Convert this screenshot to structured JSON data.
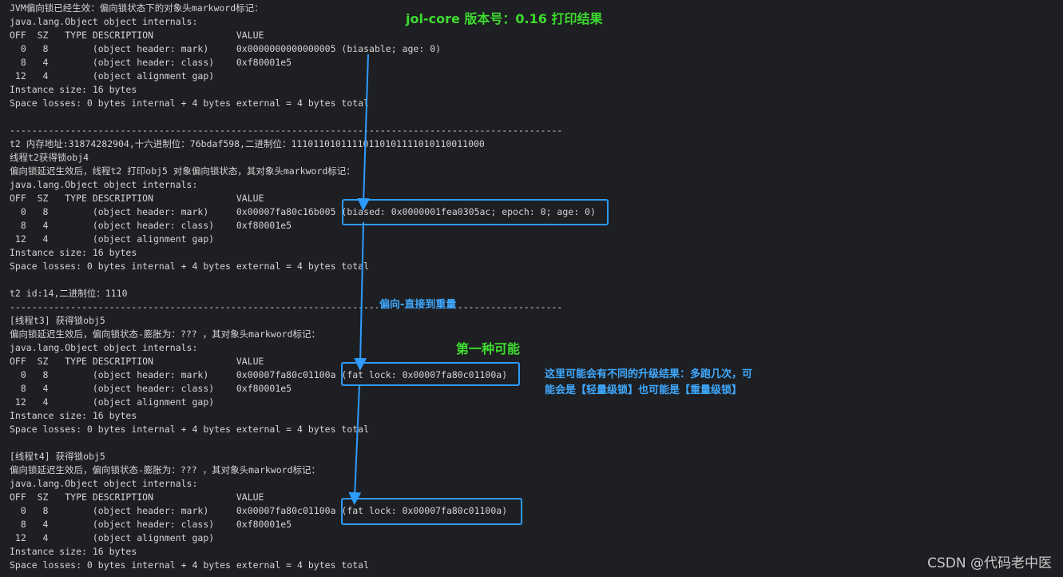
{
  "lines": [
    "JVM偏向锁已经生效：偏向锁状态下的对象头markword标记：",
    "java.lang.Object object internals:",
    "OFF  SZ   TYPE DESCRIPTION               VALUE",
    "  0   8        (object header: mark)     0x0000000000000005 (biasable; age: 0)",
    "  8   4        (object header: class)    0xf80001e5",
    " 12   4        (object alignment gap)",
    "Instance size: 16 bytes",
    "Space losses: 0 bytes internal + 4 bytes external = 4 bytes total",
    "",
    "----------------------------------------------------------------------------------------------------",
    "t2 内存地址:31874282904,十六进制位：76bdaf598,二进制位：11101101011110110101111010110011000",
    "线程t2获得锁obj4",
    "偏向锁延迟生效后，线程t2 打印obj5 对象偏向锁状态，其对象头markword标记：",
    "java.lang.Object object internals:",
    "OFF  SZ   TYPE DESCRIPTION               VALUE",
    "  0   8        (object header: mark)     0x00007fa80c16b005 (biased: 0x0000001fea0305ac; epoch: 0; age: 0)",
    "  8   4        (object header: class)    0xf80001e5",
    " 12   4        (object alignment gap)",
    "Instance size: 16 bytes",
    "Space losses: 0 bytes internal + 4 bytes external = 4 bytes total",
    "",
    "t2 id:14,二进制位：1110",
    "----------------------------------------------------------------------------------------------------",
    "[线程t3] 获得锁obj5",
    "偏向锁延迟生效后，偏向锁状态-膨胀为：??? ，其对象头markword标记：",
    "java.lang.Object object internals:",
    "OFF  SZ   TYPE DESCRIPTION               VALUE",
    "  0   8        (object header: mark)     0x00007fa80c01100a (fat lock: 0x00007fa80c01100a)",
    "  8   4        (object header: class)    0xf80001e5",
    " 12   4        (object alignment gap)",
    "Instance size: 16 bytes",
    "Space losses: 0 bytes internal + 4 bytes external = 4 bytes total",
    "",
    "[线程t4] 获得锁obj5",
    "偏向锁延迟生效后，偏向锁状态-膨胀为：??? ，其对象头markword标记：",
    "java.lang.Object object internals:",
    "OFF  SZ   TYPE DESCRIPTION               VALUE",
    "  0   8        (object header: mark)     0x00007fa80c01100a (fat lock: 0x00007fa80c01100a)",
    "  8   4        (object header: class)    0xf80001e5",
    " 12   4        (object alignment gap)",
    "Instance size: 16 bytes",
    "Space losses: 0 bytes internal + 4 bytes external = 4 bytes total"
  ],
  "annotations": {
    "version_title": "jol-core 版本号：0.16 打印结果",
    "biased_to_heavy": "偏向-直接到重量",
    "first_possibility": "第一种可能",
    "note_line1": "这里可能会有不同的升级结果：多跑几次，可",
    "note_line2": "能会是【轻量级锁】也可能是【重量级锁】"
  },
  "watermark": "CSDN @代码老中医",
  "colors": {
    "background": "#1e1f22",
    "text": "#d4d4d4",
    "annotation_green": "#3ddc2f",
    "annotation_blue": "#3fa9ff",
    "highlight_box": "#2e9bff"
  }
}
